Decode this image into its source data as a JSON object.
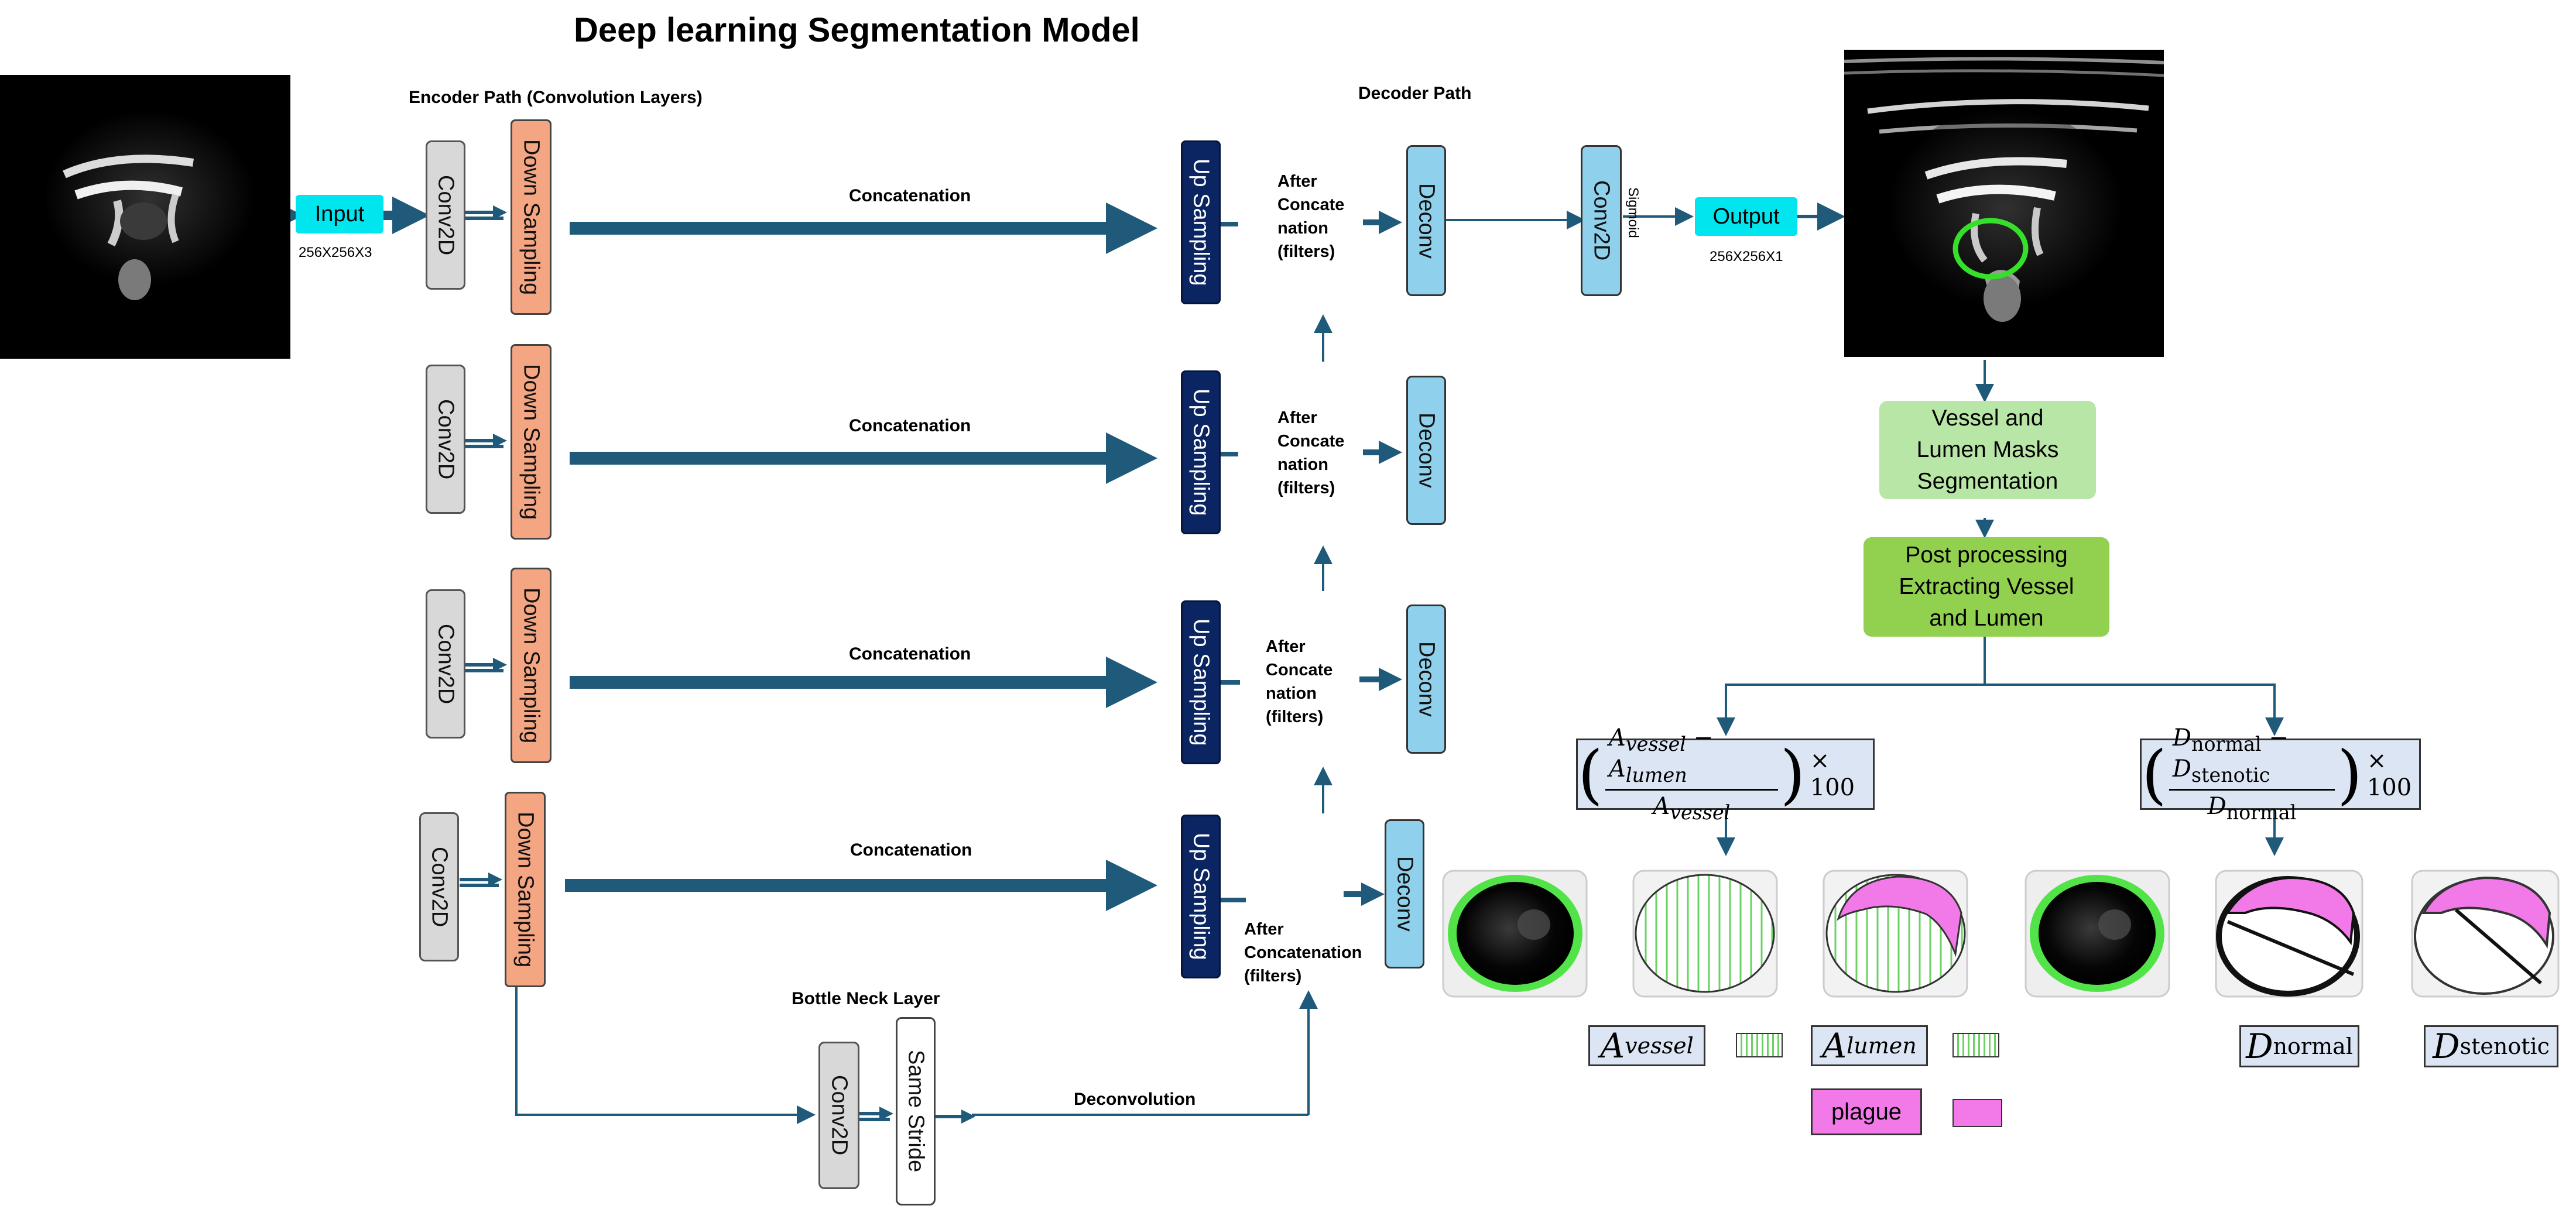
{
  "title": "Deep learning Segmentation Model",
  "encoder_label": "Encoder Path (Convolution Layers)",
  "decoder_label": "Decoder Path",
  "input": {
    "label": "Input",
    "size": "256X256X3"
  },
  "output": {
    "label": "Output",
    "size": "256X256X1"
  },
  "blocks": {
    "conv2d": "Conv2D",
    "down_sampling": "Down Sampling",
    "up_sampling": "Up Sampling",
    "deconv": "Deconv",
    "same_stride": "Same Stride",
    "sigmoid": "Sigmoid"
  },
  "concatenation": "Concatenation",
  "after_concat_short": "After\nConcate\nnation\n(filters)",
  "after_concat_long": "After\nConcatenation\n(filters)",
  "bottleneck_label": "Bottle Neck Layer",
  "deconvolution_label": "Deconvolution",
  "pipeline": {
    "step1": "Vessel and Lumen Masks Segmentation",
    "step2": "Post processing Extracting Vessel and Lumen"
  },
  "formula_area": {
    "num_a": "A",
    "num_a_sub": "vessel",
    "minus": "−",
    "num_b": "A",
    "num_b_sub": "lumen",
    "den": "A",
    "den_sub": "vessel",
    "times": "× 100"
  },
  "formula_diameter": {
    "num_a": "D",
    "num_a_sub": "normal",
    "minus": "−",
    "num_b": "D",
    "num_b_sub": "stenotic",
    "den": "D",
    "den_sub": "normal",
    "times": "× 100"
  },
  "legend": {
    "a_vessel": {
      "main": "A",
      "sub": "vessel"
    },
    "a_lumen": {
      "main": "A",
      "sub": "lumen"
    },
    "plague": "plague",
    "d_normal": {
      "main": "D",
      "sub": "normal"
    },
    "d_stenotic": {
      "main": "D",
      "sub": "stenotic"
    }
  },
  "colors": {
    "arrow": "#1f5a7a",
    "input_output": "#00e5ee",
    "green_mask": "#36e02a",
    "plague": "#f27ae8",
    "step1": "#b8e6a6",
    "step2": "#92d050"
  }
}
